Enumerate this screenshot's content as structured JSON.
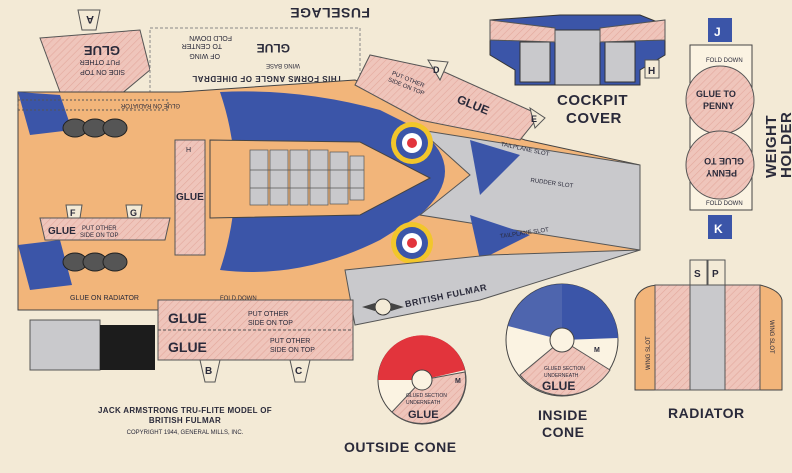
{
  "labels": {
    "fuselage": "FUSELAGE",
    "dihedral": "THIS FORMS ANGLE OF DIHEDRAL",
    "wing_base": "WING BASE",
    "glue": "GLUE",
    "glue_to_center": "TO CENTER",
    "of_wing": "OF WING",
    "fold_down": "FOLD DOWN",
    "put_other_side_on_top_1": "PUT OTHER",
    "put_other_side_on_top_2": "SIDE ON TOP",
    "glue_on_radiator": "GLUE ON RADIATOR",
    "tailplane_slot": "TAILPLANE SLOT",
    "rudder_slot": "RUDDER SLOT",
    "british_fulmar": "BRITISH FULMAR",
    "cockpit_1": "COCKPIT",
    "cockpit_2": "COVER",
    "weight_1": "WEIGHT",
    "weight_2": "HOLDER",
    "glue_to_penny_1": "GLUE TO",
    "glue_to_penny_2": "PENNY",
    "radiator": "RADIATOR",
    "wing_slot": "WING SLOT",
    "inside_cone_1": "INSIDE",
    "inside_cone_2": "CONE",
    "outside_cone": "OUTSIDE CONE",
    "glued_section": "GLUED SECTION",
    "underneath": "UNDERNEATH"
  },
  "tabs": {
    "a": "A",
    "b": "B",
    "c": "C",
    "d": "D",
    "e": "E",
    "f": "F",
    "g": "G",
    "h": "H",
    "j": "J",
    "k": "K",
    "m": "M",
    "s": "S",
    "p": "P"
  },
  "footer": {
    "line1": "JACK ARMSTRONG TRU-FLITE MODEL OF",
    "line2": "BRITISH FULMAR",
    "line3": "COPYRIGHT 1944, GENERAL MILLS, INC."
  },
  "colors": {
    "paper": "#f3ead6",
    "orange": "#f2b57a",
    "blue": "#3b55a8",
    "pink": "#efc5bb",
    "grey": "#c9c9cc",
    "red": "#e2343c",
    "yellow": "#f2c62b",
    "ink": "#2a2a3a"
  }
}
